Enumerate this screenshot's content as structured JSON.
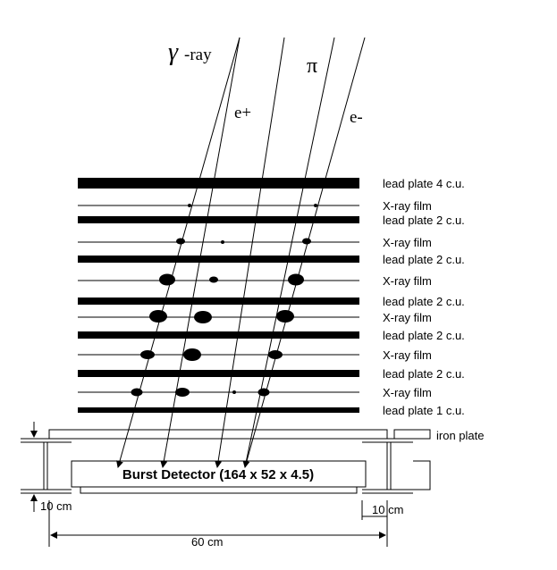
{
  "particles": {
    "gamma": "γ",
    "gamma_suffix": "-ray",
    "pi": "π",
    "e_plus": "e+",
    "e_minus": "e-"
  },
  "layers": [
    {
      "label": "lead plate 4 c.u.",
      "kind": "lead"
    },
    {
      "label": "X-ray film",
      "kind": "film"
    },
    {
      "label": "lead plate 2 c.u.",
      "kind": "lead"
    },
    {
      "label": "X-ray film",
      "kind": "film"
    },
    {
      "label": "lead plate 2 c.u.",
      "kind": "lead"
    },
    {
      "label": "X-ray film",
      "kind": "film"
    },
    {
      "label": "lead plate 2 c.u.",
      "kind": "lead"
    },
    {
      "label": "X-ray film",
      "kind": "film"
    },
    {
      "label": "lead plate 2 c.u.",
      "kind": "lead"
    },
    {
      "label": "X-ray film",
      "kind": "film"
    },
    {
      "label": "lead plate 2 c.u.",
      "kind": "lead"
    },
    {
      "label": "X-ray film",
      "kind": "film"
    },
    {
      "label": "lead plate 1 c.u.",
      "kind": "lead"
    }
  ],
  "iron_plate_label": "iron plate",
  "detector_label": "Burst Detector (164 x 52 x 4.5)",
  "dimensions": {
    "left_height": "10 cm",
    "right_width": "10 cm",
    "total_width": "60 cm"
  }
}
